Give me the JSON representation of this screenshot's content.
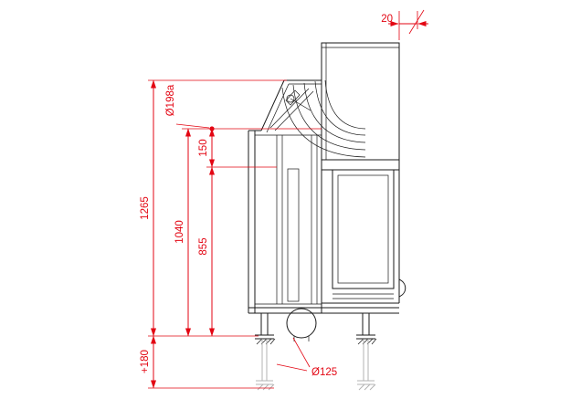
{
  "drawing": {
    "type": "technical-side-section-fireplace-insert",
    "dimensions": {
      "top_clearance": "20",
      "flue_diameter": "Ø198a",
      "flue_offset": "150",
      "total_height": "1265",
      "flue_center_height": "1040",
      "firebox_top_height": "855",
      "leg_adjustment": "+180",
      "outlet_diameter": "Ø125"
    },
    "colors": {
      "dimension_red": "#e30613",
      "drawing_black": "#1a1a1a",
      "auxiliary_gray": "#b3b3b3",
      "background": "#ffffff"
    }
  }
}
